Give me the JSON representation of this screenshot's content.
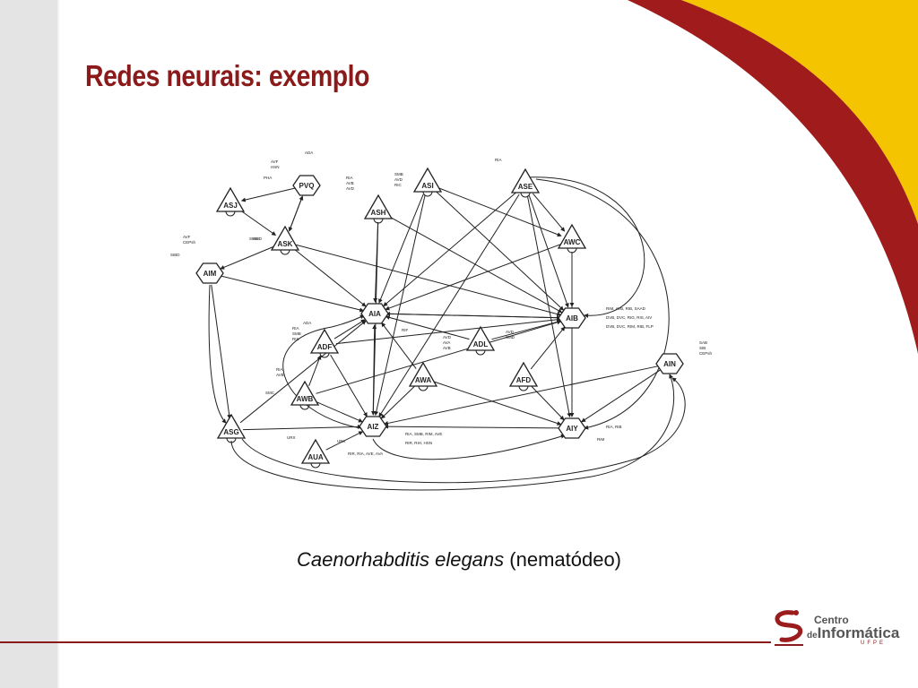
{
  "slide": {
    "title": "Redes neurais: exemplo",
    "caption_italic": "Caenorhabditis elegans",
    "caption_rest": " (nematódeo)",
    "colors": {
      "title": "#8b1a1a",
      "accent_red": "#a01c1c",
      "accent_yellow": "#f5c400",
      "band": "#e4e4e4"
    }
  },
  "diagram": {
    "nodes": [
      {
        "label": "PVQ",
        "shape": "hexagon"
      },
      {
        "label": "ASJ",
        "shape": "triangle"
      },
      {
        "label": "ASK",
        "shape": "triangle"
      },
      {
        "label": "AIM",
        "shape": "hexagon"
      },
      {
        "label": "ASH",
        "shape": "triangle"
      },
      {
        "label": "ASI",
        "shape": "triangle"
      },
      {
        "label": "ASE",
        "shape": "triangle"
      },
      {
        "label": "AWC",
        "shape": "triangle"
      },
      {
        "label": "AIA",
        "shape": "hexagon"
      },
      {
        "label": "AIB",
        "shape": "hexagon"
      },
      {
        "label": "ADF",
        "shape": "triangle"
      },
      {
        "label": "ADL",
        "shape": "triangle"
      },
      {
        "label": "AWB",
        "shape": "triangle"
      },
      {
        "label": "AWA",
        "shape": "triangle"
      },
      {
        "label": "AFD",
        "shape": "triangle"
      },
      {
        "label": "AIN",
        "shape": "hexagon"
      },
      {
        "label": "ASG",
        "shape": "triangle"
      },
      {
        "label": "AIZ",
        "shape": "hexagon"
      },
      {
        "label": "AIY",
        "shape": "hexagon"
      },
      {
        "label": "AUA",
        "shape": "triangle"
      }
    ],
    "annotations": [
      "ADA",
      "AVF",
      "HSN",
      "PHA",
      "SMD",
      "RIA",
      "AVB",
      "AVD",
      "SMB",
      "AVD",
      "RIC",
      "RIA",
      "AVF",
      "CEPsh",
      "SIBD",
      "SMG",
      "RIM, AVB, RIB, SAAD",
      "DVB, DVC, RIG, RIS, AIV",
      "DVB, DVC, RIM, RIB, FLP",
      "SAB",
      "SIB",
      "CEPsh",
      "RIA, RIB",
      "RIM",
      "RIF",
      "ADA",
      "RIA",
      "SMB",
      "RIS",
      "RIA",
      "AVB",
      "SMC",
      "AVD",
      "AVA",
      "AVB",
      "AVD",
      "SMD",
      "RIA, SMB, RIM, AVE",
      "RIR, RIH, HSN",
      "URX",
      "URX",
      "RIR, RIA, AVE, AVA"
    ]
  },
  "logo": {
    "line1": "Centro",
    "line2_small": "de",
    "line2": "Informática",
    "line3": "UFPE"
  }
}
